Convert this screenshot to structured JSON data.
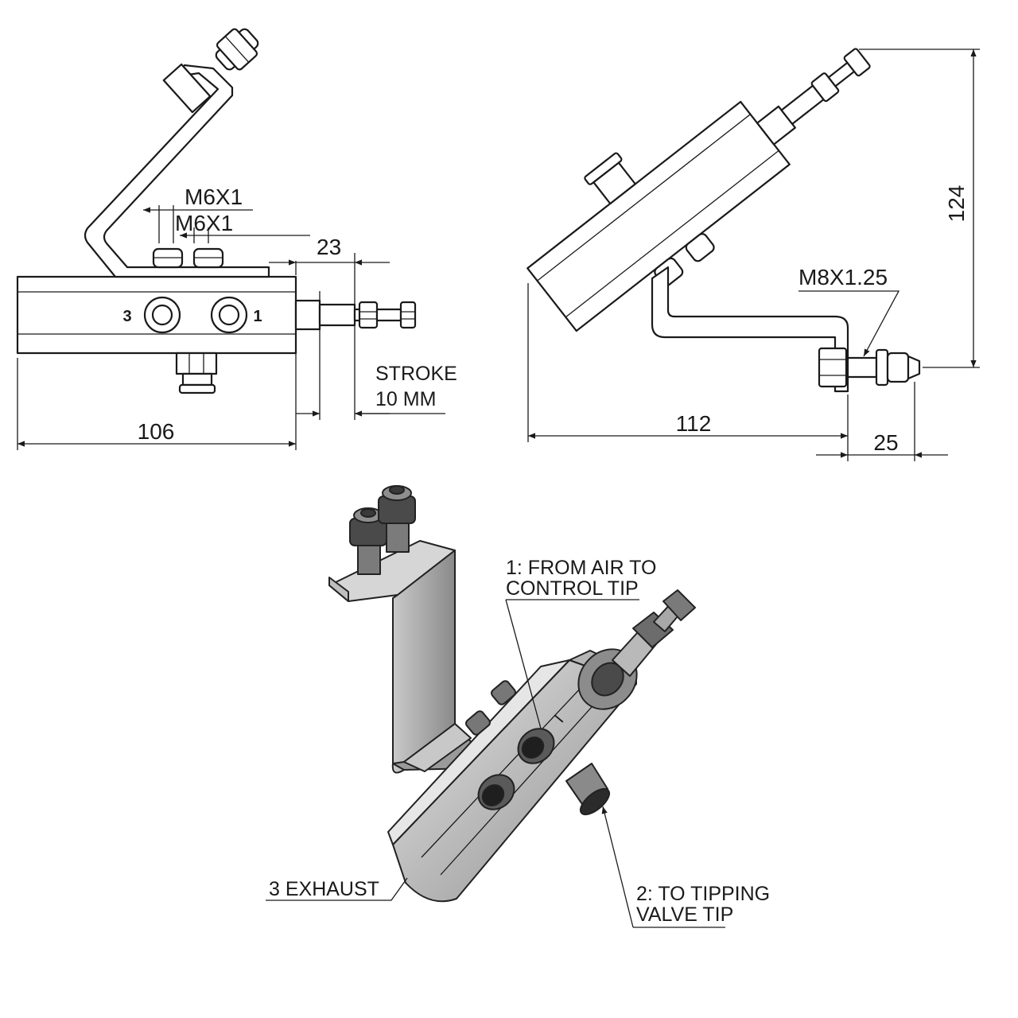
{
  "views": {
    "front": {
      "thread_upper": "M6X1",
      "thread_lower": "M6X1",
      "dim_offset": "23",
      "port_left": "3",
      "port_right": "1",
      "stroke_line1": "STROKE",
      "stroke_line2": "10 MM",
      "dim_width": "106"
    },
    "side": {
      "thread": "M8X1.25",
      "dim_height": "124",
      "dim_width": "112",
      "dim_offset": "25"
    },
    "iso": {
      "callout_1_line1": "1: FROM AIR TO",
      "callout_1_line2": "CONTROL TIP",
      "callout_2_line1": "2: TO TIPPING",
      "callout_2_line2": "VALVE TIP",
      "callout_3": "3 EXHAUST",
      "body_marking": "I"
    }
  },
  "colors": {
    "line": "#1a1a1a",
    "metal_light": "#d9d9d9",
    "metal_mid": "#a9a9a9",
    "metal_dark": "#6e6e6e",
    "bolt_dark": "#2b2b2b"
  }
}
